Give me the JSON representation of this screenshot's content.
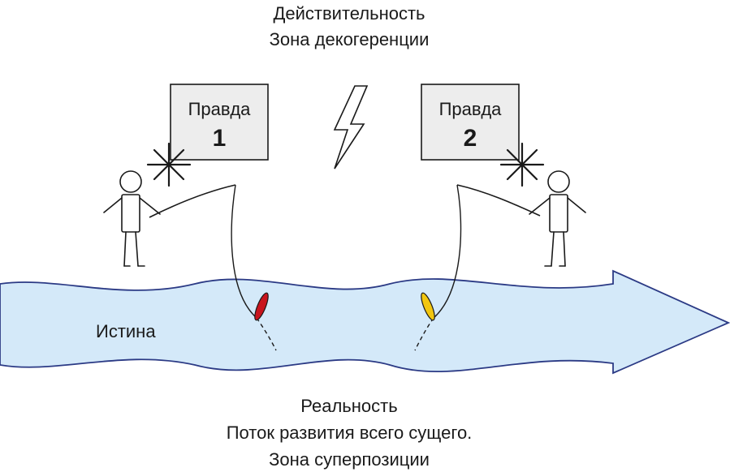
{
  "top_text": {
    "line1": "Действительность",
    "line2": "Зона декогеренции"
  },
  "box_left": {
    "word": "Правда",
    "number": "1"
  },
  "box_right": {
    "word": "Правда",
    "number": "2"
  },
  "river_label": "Истина",
  "bottom_text": {
    "line1": "Реальность",
    "line2": "Поток развития всего сущего.",
    "line3": "Зона суперпозиции"
  },
  "colors": {
    "river_fill": "#d4e9f9",
    "river_stroke": "#2b3a85",
    "box_fill": "#ededed",
    "float_left": "#c8141d",
    "float_right": "#f2c60f",
    "ink": "#1a1a1a"
  }
}
